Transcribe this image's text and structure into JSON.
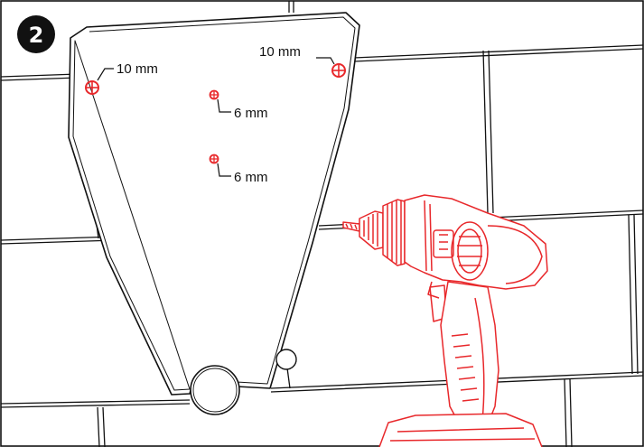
{
  "step": {
    "number": "2"
  },
  "holes": [
    {
      "id": "top-left",
      "label": "10 mm"
    },
    {
      "id": "top-right",
      "label": "10 mm"
    },
    {
      "id": "middle",
      "label": "6 mm"
    },
    {
      "id": "lower",
      "label": "6 mm"
    }
  ],
  "colors": {
    "accent": "#e8282b",
    "line": "#111111",
    "background": "#ffffff"
  },
  "icons": [
    "step-badge-icon",
    "drill-icon",
    "drill-hole-icon"
  ]
}
